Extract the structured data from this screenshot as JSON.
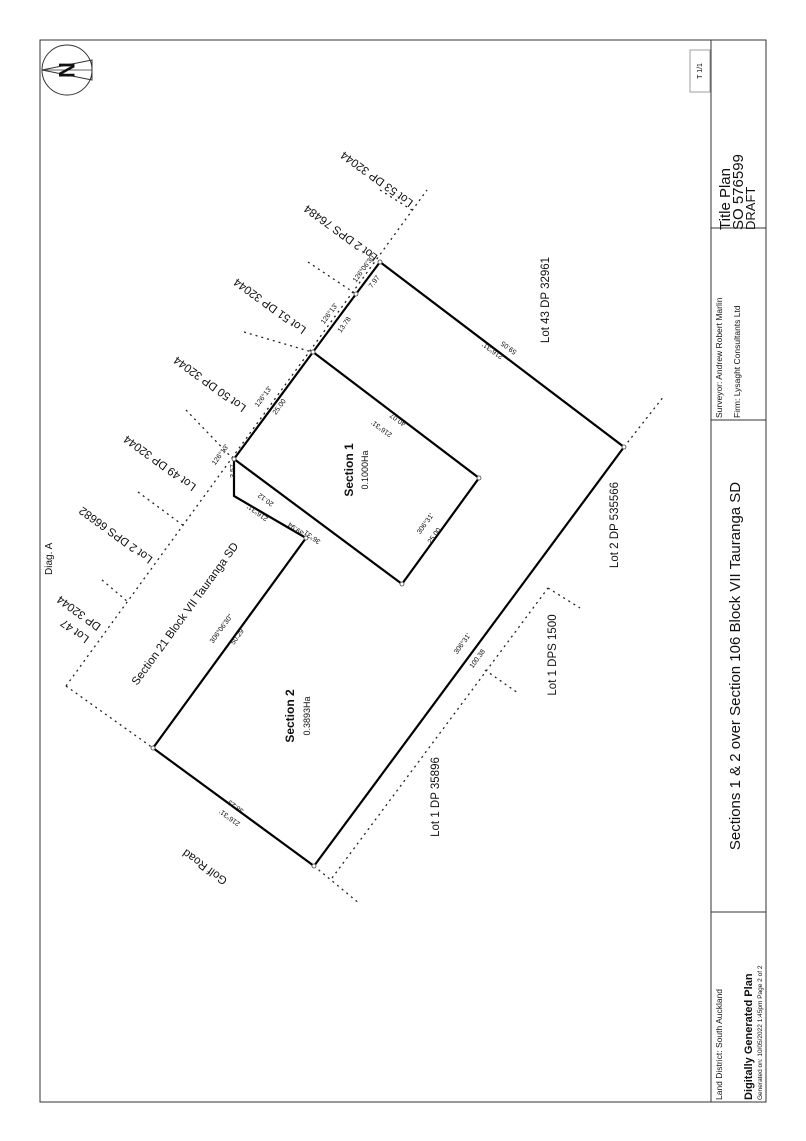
{
  "sheet_number": "T 1/1",
  "diagram_label": "Diag. A",
  "title_block": {
    "plan_type": "Title Plan",
    "plan_number": "SO 576599",
    "status": "DRAFT",
    "surveyor": "Surveyor: Andrew Robert Marlin",
    "firm": "Firm: Lysaght Consultants Ltd",
    "plan_title": "Sections 1 & 2 over Section 106 Block VII Tauranga SD",
    "land_district": "Land District: South Auckland",
    "generated_heading": "Digitally Generated Plan",
    "generated_info": "Generated on: 10/05/2022 1:45pm Page 2 of 2"
  },
  "sections": [
    {
      "name": "Section 1",
      "area": "0.1000Ha"
    },
    {
      "name": "Section 2",
      "area": "0.3893Ha"
    }
  ],
  "adjoining": {
    "lot53": "Lot 53 DP 32044",
    "lot2_dps76484": "Lot 2 DPS 76484",
    "lot51": "Lot 51 DP 32044",
    "lot50": "Lot 50 DP 32044",
    "lot49": "Lot 49 DP 32044",
    "lot2_dps66682": "Lot 2 DPS 66682",
    "lot47_a": "Lot 47",
    "lot47_b": "DP 32044",
    "section21": "Section 21 Block VII Tauranga SD",
    "lot43": "Lot 43 DP 32961",
    "lot2_dp535566": "Lot 2 DP 535566",
    "lot1_dps1500": "Lot 1 DPS 1500",
    "lot1_dp35896": "Lot 1 DP 35896",
    "golf_road": "Golf Road"
  },
  "bearings": {
    "b_e_bearing": "216°31'",
    "b_e_dist": "59.05",
    "top_a_bearing": "126°06'30\"",
    "top_a_dist": "7.97",
    "top_b_bearing": "126°13'",
    "top_b_dist": "13.78",
    "top_c_bearing": "126°13'",
    "top_c_dist": "25.00",
    "s1_r_bearing": "216°31'",
    "s1_r_dist": "40.07",
    "s1_b_bearing": "306°31'",
    "s1_b_dist": "25.00",
    "jog_bearing": "126°13'",
    "jog_dist": "3.57",
    "s1_l_bearing": "36°31'",
    "s1_l_dist": "39.94",
    "s2_l_bearing": "216°31'",
    "s2_l_dist": "20.12",
    "s2_t_bearing": "306°06'30\"",
    "s2_t_dist": "50.29",
    "s2_b_bearing": "216°31'",
    "s2_b_dist": "38.23",
    "long_bearing": "306°31'",
    "long_dist": "100.38"
  }
}
